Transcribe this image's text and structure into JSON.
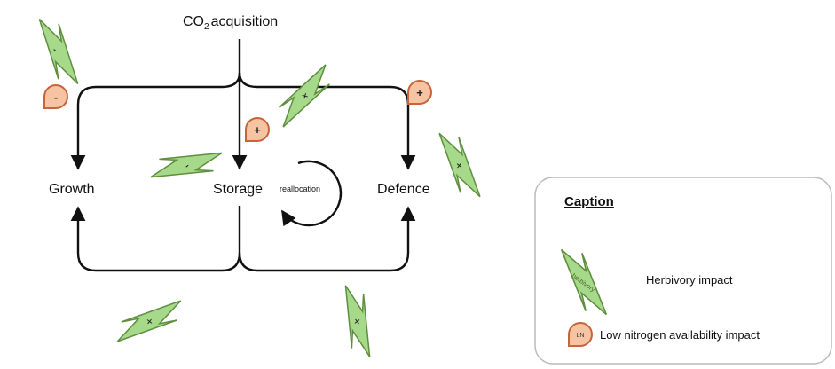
{
  "diagram": {
    "source": {
      "co": "CO",
      "sub": "2",
      "rest": "acquisition"
    },
    "nodes": {
      "growth": "Growth",
      "storage": "Storage",
      "defence": "Defence",
      "reallocation": "reallocation"
    },
    "herbivory_signs": [
      "-",
      "-",
      "+",
      "+",
      "+",
      "+"
    ],
    "nitrogen_signs": [
      "-",
      "+",
      "+"
    ]
  },
  "caption": {
    "title": "Caption",
    "herbivory_label": "Herbivory impact",
    "herbivory_icon_text": "herbivory",
    "nitrogen_label": "Low nitrogen availability impact",
    "nitrogen_icon_text": "LN"
  },
  "colors": {
    "bolt_fill": "#a6d98a",
    "bolt_stroke": "#5e8f3e",
    "drop_fill": "#f6c4a2",
    "drop_stroke": "#c8643a",
    "line": "#111111",
    "caption_border": "#bbbbbb"
  }
}
